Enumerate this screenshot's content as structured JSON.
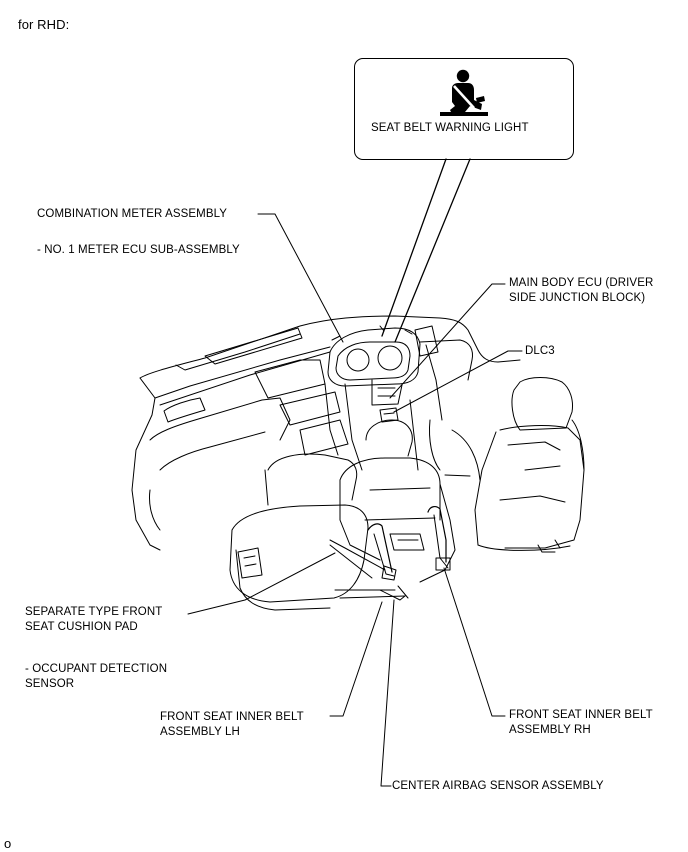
{
  "header": {
    "label": "for RHD:"
  },
  "callout": {
    "icon": "seatbelt-warning-icon",
    "title": "SEAT BELT WARNING LIGHT"
  },
  "labels": {
    "combination_meter": "COMBINATION METER ASSEMBLY",
    "meter_ecu": "- NO. 1 METER ECU SUB-ASSEMBLY",
    "main_body_ecu_line1": "MAIN BODY ECU (DRIVER",
    "main_body_ecu_line2": "SIDE JUNCTION BLOCK)",
    "dlc3": "DLC3",
    "cushion_pad_line1": "SEPARATE TYPE FRONT",
    "cushion_pad_line2": "SEAT CUSHION PAD",
    "occupant_line1": "- OCCUPANT DETECTION",
    "occupant_line2": "SENSOR",
    "belt_lh_line1": "FRONT SEAT INNER BELT",
    "belt_lh_line2": "ASSEMBLY LH",
    "belt_rh_line1": "FRONT SEAT INNER BELT",
    "belt_rh_line2": "ASSEMBLY RH",
    "center_airbag": "CENTER AIRBAG SENSOR ASSEMBLY"
  },
  "footer": {
    "code": "o"
  }
}
